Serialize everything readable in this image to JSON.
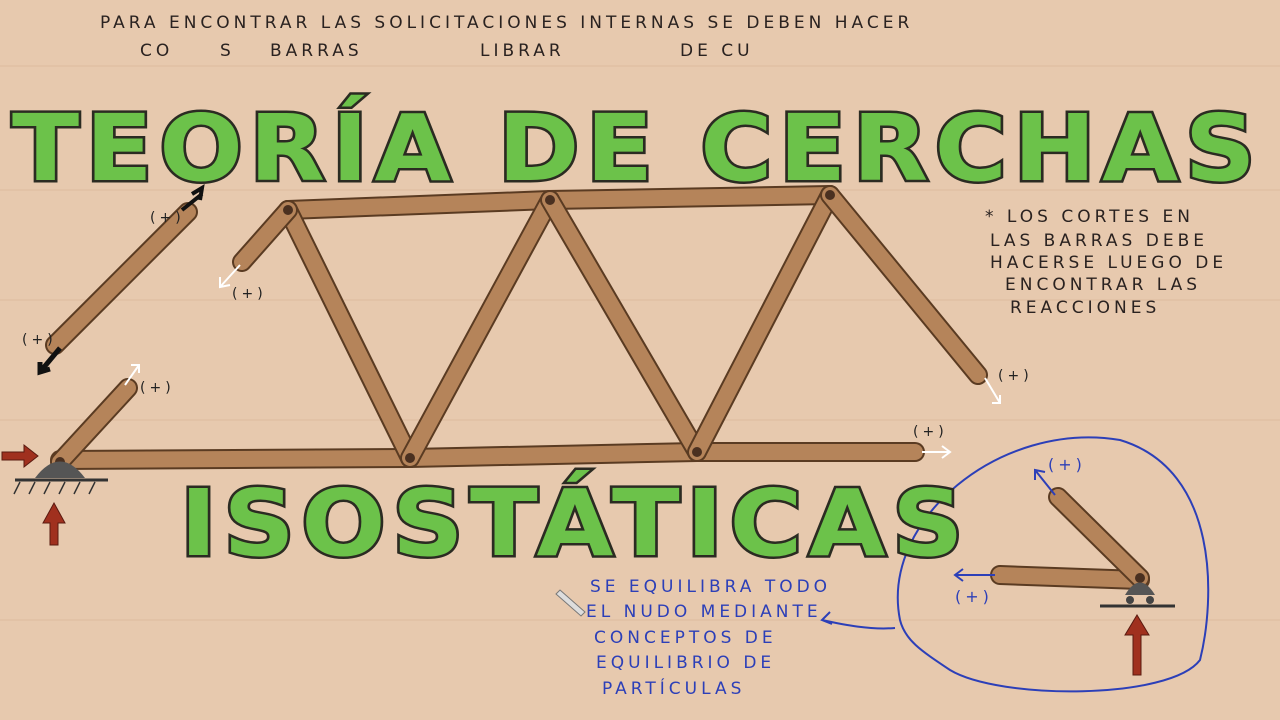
{
  "title": {
    "line1": "TEORÍA DE CERCHAS",
    "line2": "ISOSTÁTICAS",
    "color": "#6cc24a"
  },
  "top_note": {
    "line1": "PARA ENCONTRAR LAS SOLICITACIONES INTERNAS SE DEBEN HACER",
    "line2_fragments": [
      "CO",
      "S",
      "BARRAS",
      "LIBRAR",
      "DE CU"
    ]
  },
  "side_note": {
    "lines": [
      "* LOS CORTES EN",
      "LAS BARRAS DEBE",
      "HACERSE LUEGO DE",
      "ENCONTRAR LAS",
      "REACCIONES"
    ]
  },
  "blue_note": {
    "lines": [
      "SE EQUILIBRA TODO",
      "EL NUDO MEDIANTE",
      "CONCEPTOS DE",
      "EQUILIBRIO DE",
      "PARTÍCULAS"
    ],
    "color": "#2c3fb8"
  },
  "force_labels": {
    "tension": "(+)"
  },
  "colors": {
    "paper": "#e7c9ae",
    "bar": "#b5845a",
    "reaction_arrow": "#a0301e"
  }
}
